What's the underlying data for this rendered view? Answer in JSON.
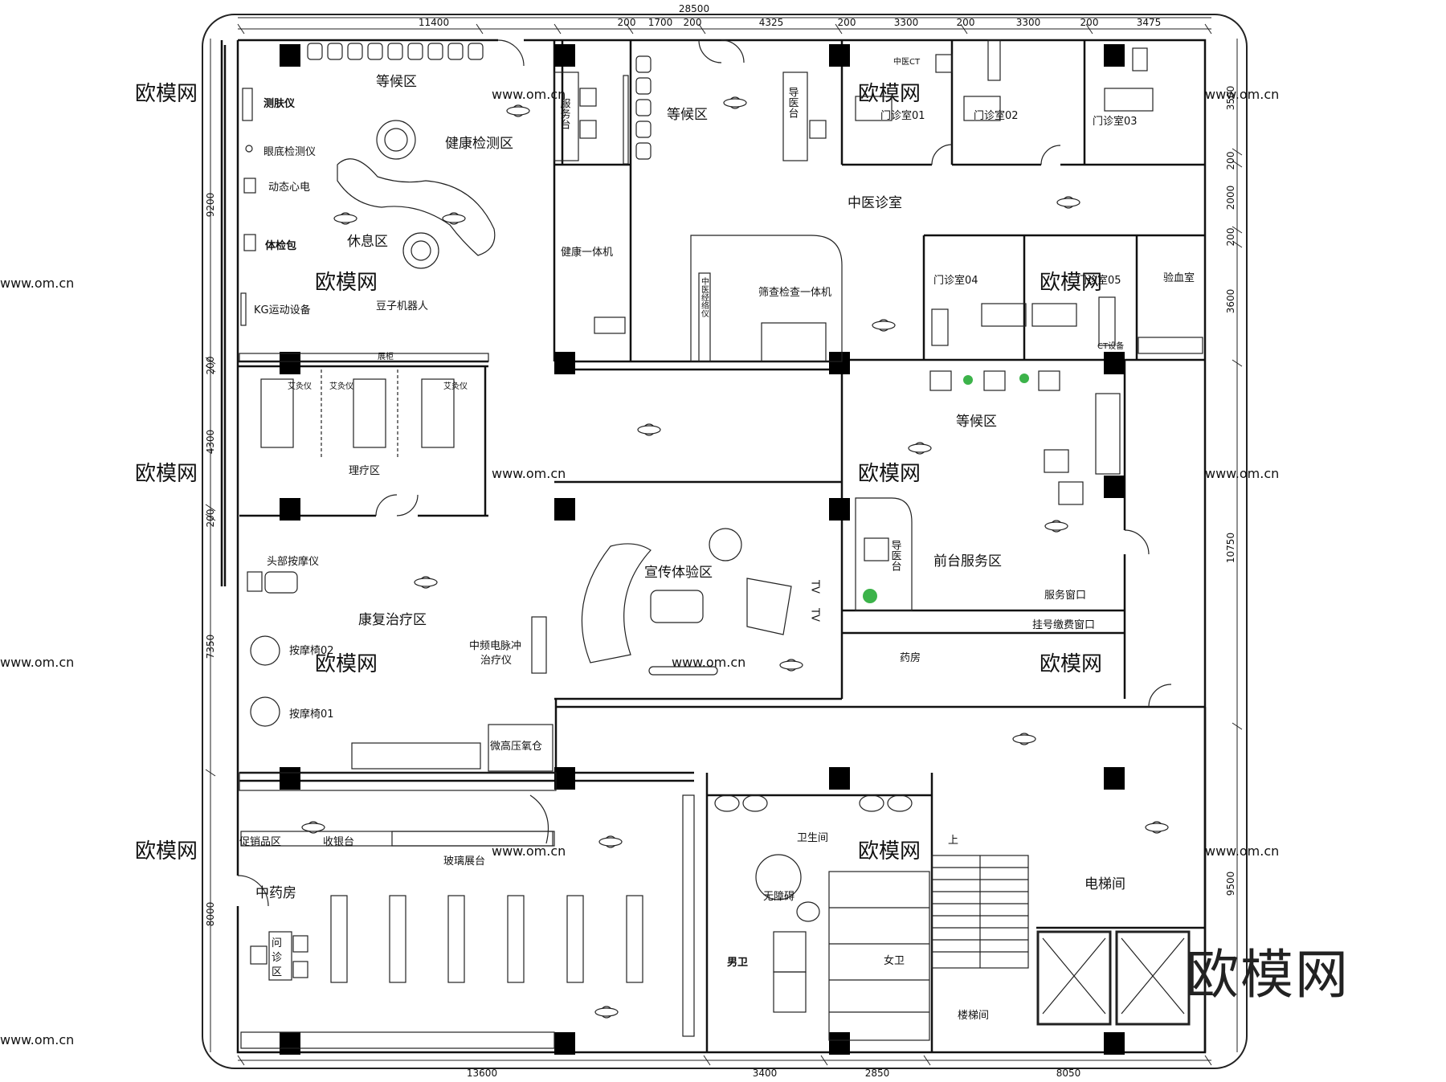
{
  "dimensions": {
    "top_total": "28500",
    "top_segments": [
      "11400",
      "200",
      "1700",
      "200",
      "4325",
      "200",
      "3300",
      "200",
      "3300",
      "200",
      "3475"
    ],
    "bottom_segments": [
      "13600",
      "3400",
      "2850",
      "8050"
    ],
    "left_segments": [
      "9200",
      "200",
      "4300",
      "200",
      "7350",
      "8000"
    ],
    "right_segments": [
      "3500",
      "200",
      "2000",
      "200",
      "3600",
      "10750",
      "9500"
    ]
  },
  "rooms": {
    "waiting_top_left": "等候区",
    "skin_tester": "测肤仪",
    "fundus_tester": "眼底检测仪",
    "dynamic_ecg": "动态心电",
    "health_check": "健康检测区",
    "checkup_bag": "体检包",
    "rest_area": "休息区",
    "kg_sports": "KG运动设备",
    "bean_robot": "豆子机器人",
    "display_cabinet": "展柜",
    "service_desk": "服务台",
    "health_all_in_one": "健康一体机",
    "waiting_center": "等候区",
    "meridian_meter": "中医经络仪",
    "screening_machine": "筛查检查一体机",
    "guide_desk_top": "导医台",
    "tcm_ct": "中医CT",
    "clinic_01": "门诊室01",
    "clinic_02": "门诊室02",
    "clinic_03": "门诊室03",
    "tcm_clinic": "中医诊室",
    "clinic_04": "门诊室04",
    "clinic_05": "门诊室05",
    "blood_test": "验血室",
    "ct_equipment": "CT设备",
    "moxibustion": "艾灸仪",
    "physio_area": "理疗区",
    "waiting_right": "等候区",
    "head_massager": "头部按摩仪",
    "rehab_area": "康复治疗区",
    "promo_experience": "宣传体验区",
    "guide_desk_mid": "导医台",
    "front_service": "前台服务区",
    "service_window": "服务窗口",
    "registration_window": "挂号缴费窗口",
    "pharmacy": "药房",
    "massage_chair_02": "按摩椅02",
    "massage_chair_01": "按摩椅01",
    "pulse_therapy": "中频电脉冲",
    "pulse_therapy_2": "治疗仪",
    "hyperbaric": "微高压氧仓",
    "promo_goods": "促销品区",
    "cashier": "收银台",
    "glass_counter": "玻璃展台",
    "tcm_pharmacy": "中药房",
    "consult_1": "问",
    "consult_2": "诊",
    "consult_3": "区",
    "restroom": "卫生间",
    "accessible": "无障碍",
    "men_wc": "男卫",
    "women_wc": "女卫",
    "stair_up": "上",
    "elevator_hall": "电梯间",
    "stairwell": "楼梯间",
    "tv": "TV"
  },
  "watermark": {
    "text": "欧模网",
    "url": "www.om.cn",
    "brand": "欧模网"
  }
}
